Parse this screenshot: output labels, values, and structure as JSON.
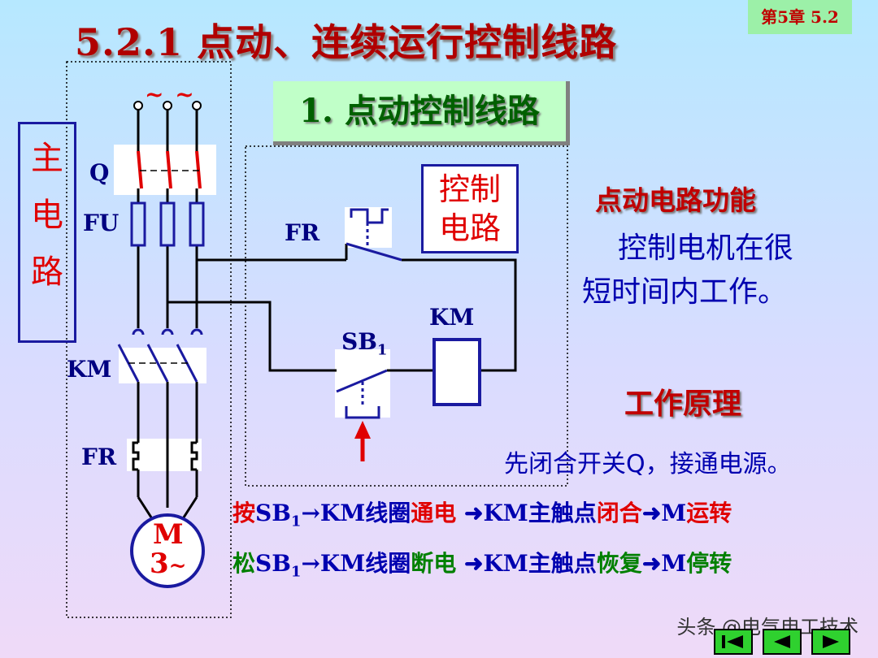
{
  "title": "5.2.1   点动、连续运行控制线路",
  "chapter_badge": "第5章 5.2",
  "subtitle": "1. 点动控制线路",
  "main_circuit_label": [
    "主",
    "电",
    "路"
  ],
  "control_circuit_label": [
    "控制",
    "电路"
  ],
  "component_labels": {
    "q": "Q",
    "fu": "FU",
    "km_main": "KM",
    "fr_main": "FR",
    "fr_control": "FR",
    "km_coil": "KM",
    "sb1": "SB",
    "sb1_sub": "1",
    "motor_m": "M",
    "motor_phase": "3",
    "motor_tilde": "~",
    "supply": "~ ~"
  },
  "function": {
    "heading": "点动电路功能",
    "line1": "控制电机在很",
    "line2": "短时间内工作。"
  },
  "principle": {
    "heading": "工作原理",
    "step0": "先闭合开关Q，接通电源。",
    "press": {
      "verb": "按",
      "sb": "SB",
      "sub": "1",
      "coil": "→KM线圈",
      "state": "通电",
      "contact": " ➜KM主触点",
      "contact_state": "闭合",
      "motor": "➜M",
      "motor_state": "运转"
    },
    "release": {
      "verb": "松",
      "sb": "SB",
      "sub": "1",
      "coil": "→KM线圈",
      "state": "断电",
      "contact": " ➜KM主触点",
      "contact_state": "恢复",
      "motor": "➜M",
      "motor_state": "停转"
    }
  },
  "watermark": "头条 @电气电工技术",
  "nav_icons": [
    "first-page-icon",
    "prev-page-icon",
    "next-page-icon"
  ],
  "colors": {
    "title": "#b00000",
    "accent_red": "#e00000",
    "wire": "#000000",
    "device_blue": "#1a1aa0",
    "text_blue": "#0000b0",
    "green": "#008000"
  }
}
